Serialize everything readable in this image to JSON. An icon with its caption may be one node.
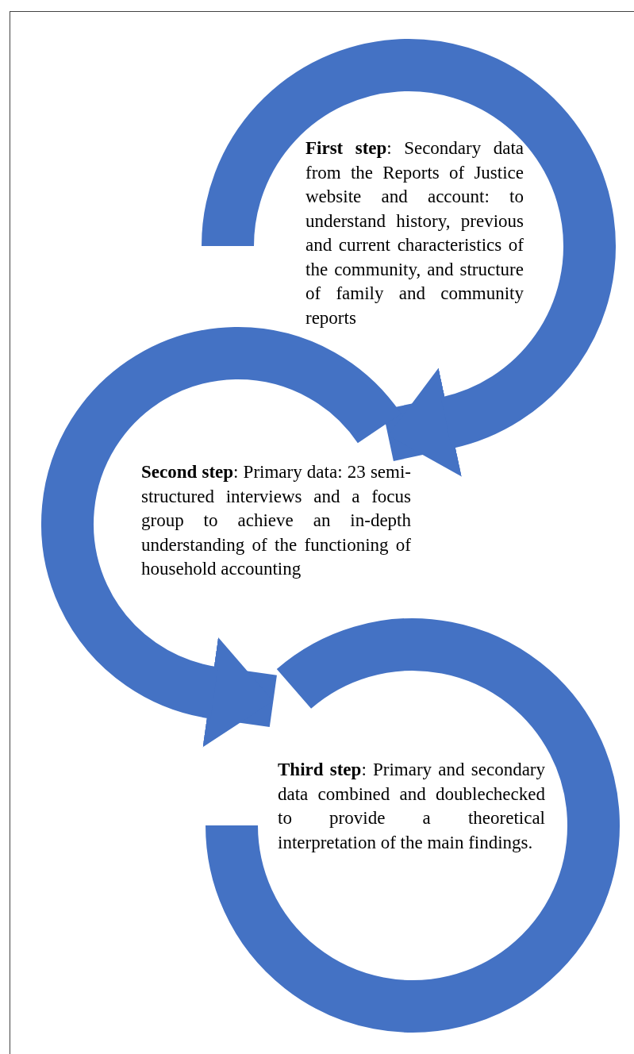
{
  "diagram": {
    "nodes": [
      {
        "text": [
          "**First step**: Secondary data from the Reports of Justice website and account: to understand history, previous and current characteristics of the community, and structure of family and community reports"
        ]
      },
      {
        "text": [
          "**Second step**: Primary data: 23 semi-structured interviews and a focus group to achieve an in-depth understanding of the functioning of household accounting"
        ]
      },
      {
        "text": [
          "**Third step**: Primary and secondary data combined and doublechecked to provide a theoretical interpretation of the main findings."
        ]
      }
    ],
    "edges": [
      {
        "from": 0,
        "to": 1,
        "arrow": "to"
      },
      {
        "from": 1,
        "to": 2,
        "arrow": "to"
      }
    ]
  }
}
